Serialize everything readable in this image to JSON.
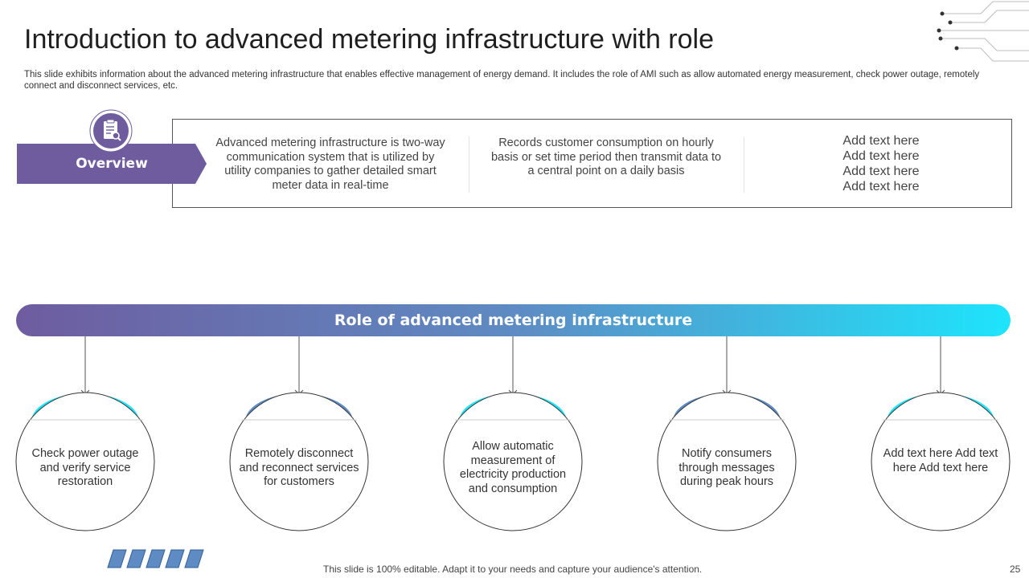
{
  "title": "Introduction to advanced metering infrastructure with role",
  "subtitle": "This slide exhibits information about the advanced metering infrastructure that enables effective management of energy demand. It includes the role of AMI  such as allow automated energy measurement, check power outage, remotely connect and disconnect services, etc.",
  "overview": {
    "label": "Overview",
    "icon": "clipboard-search-icon",
    "columns": [
      "Advanced metering infrastructure is two-way communication system that is utilized by utility companies to gather detailed smart meter data in real-time",
      "Records customer consumption on hourly basis or set time period then transmit data to a central point on a daily basis",
      "Add text here\nAdd text here\nAdd text here\nAdd text here"
    ]
  },
  "role": {
    "banner": "Role of advanced metering infrastructure",
    "items": [
      "Check power outage and verify service restoration",
      "Remotely disconnect and reconnect services for customers",
      "Allow automatic measurement of electricity production and consumption",
      "Notify consumers through messages during peak hours",
      "Add text here Add text here Add text here"
    ]
  },
  "footer": {
    "note": "This slide is 100% editable. Adapt it to your needs and capture your audience's attention.",
    "page": "25"
  },
  "colors": {
    "purple": "#6e5c9f",
    "cyan": "#1ee4fc",
    "blue": "#5e8bc3"
  }
}
